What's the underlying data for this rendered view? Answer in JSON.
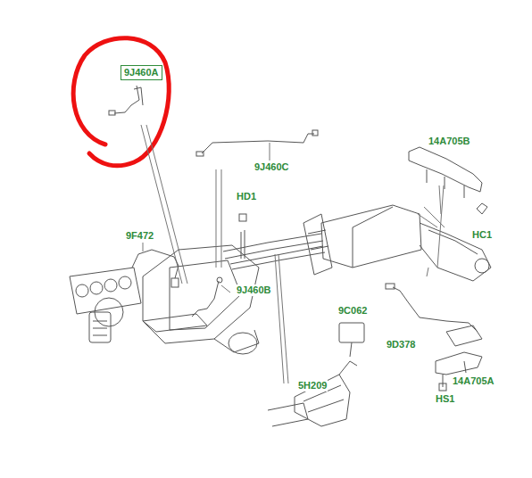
{
  "diagram": {
    "nodes": [
      {
        "text": [
          "9J460A"
        ]
      }
    ],
    "labels": [
      "9J460C",
      "14A705B",
      "HD1",
      "HC1",
      "9F472",
      "9J460B",
      "9C062",
      "9D378",
      "14A705A",
      "5H209",
      "HS1"
    ]
  }
}
